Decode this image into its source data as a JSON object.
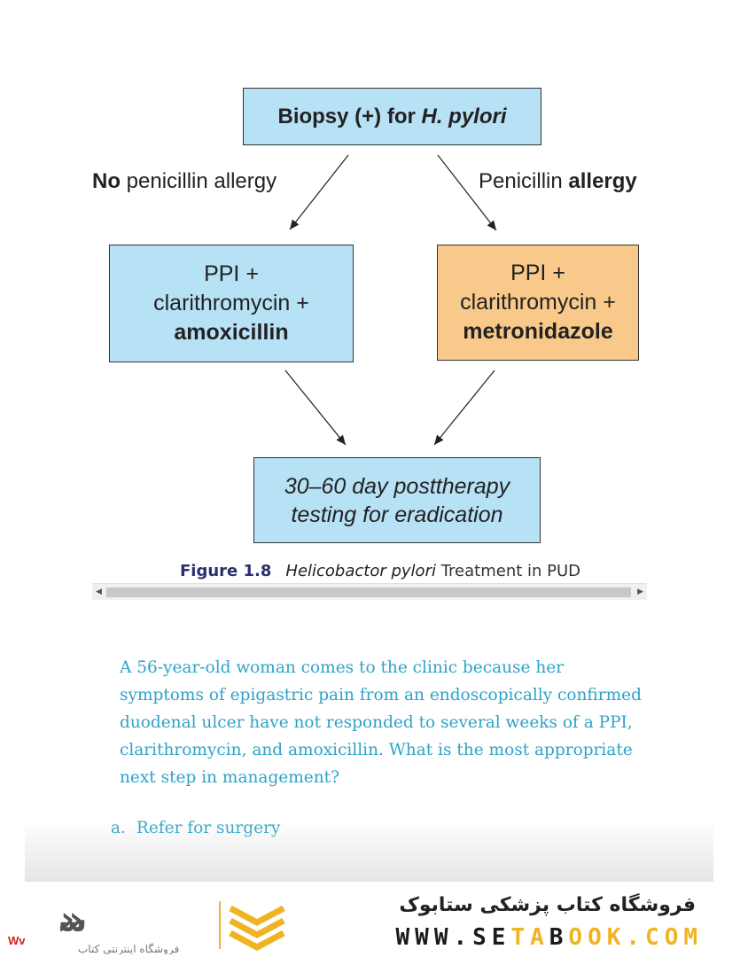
{
  "flowchart": {
    "top_box": {
      "text": "Biopsy (+) for ",
      "italic": "H. pylori"
    },
    "branch_left": {
      "bold": "No",
      "text": " penicillin allergy"
    },
    "branch_right": {
      "text": "Penicillin ",
      "bold": "allergy"
    },
    "left_box": {
      "line1": "PPI +",
      "line2": "clarithromycin +",
      "line3": "amoxicillin"
    },
    "right_box": {
      "line1": "PPI +",
      "line2": "clarithromycin +",
      "line3": "metronidazole"
    },
    "bottom_box": {
      "line1": "30–60 day posttherapy",
      "line2": "testing for eradication"
    },
    "colors": {
      "blue_box": "#b7e1f5",
      "orange_box": "#f8c98a"
    }
  },
  "caption": {
    "figure": "Figure 1.8",
    "italic": "Helicobactor pylori",
    "rest": " Treatment in PUD"
  },
  "question": {
    "stem": "A 56-year-old woman comes to the clinic because her symptoms of epigastric pain from an endoscopically confirmed duodenal ulcer have not responded to several weeks of a PPI, clarithromycin, and amoxicillin. What is the most appropriate next step in management?",
    "options": [
      {
        "letter": "a.",
        "text": "Refer for surgery"
      }
    ],
    "color": "#2ea3c9"
  },
  "footer": {
    "store_name": "فروشگاه کتاب پزشکی ستابوک",
    "website_parts": [
      "WWW.",
      "SE",
      "TA",
      "B",
      "OOK.COM"
    ],
    "logo_subtitle": "فروشگاه اینترنتی کتاب",
    "logo_icon": "book-stack-logo-icon"
  },
  "corner_mark": "Wv"
}
